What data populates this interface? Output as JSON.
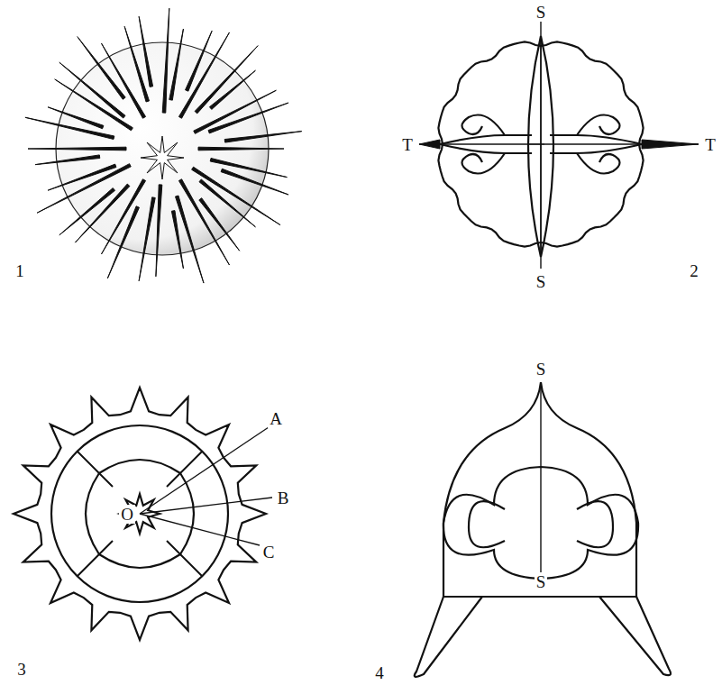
{
  "diagram": {
    "labels": [
      "S",
      "T",
      "T",
      "S",
      "1",
      "2",
      "A",
      "O",
      "B",
      "C",
      "S",
      "S",
      "3",
      "4"
    ]
  }
}
